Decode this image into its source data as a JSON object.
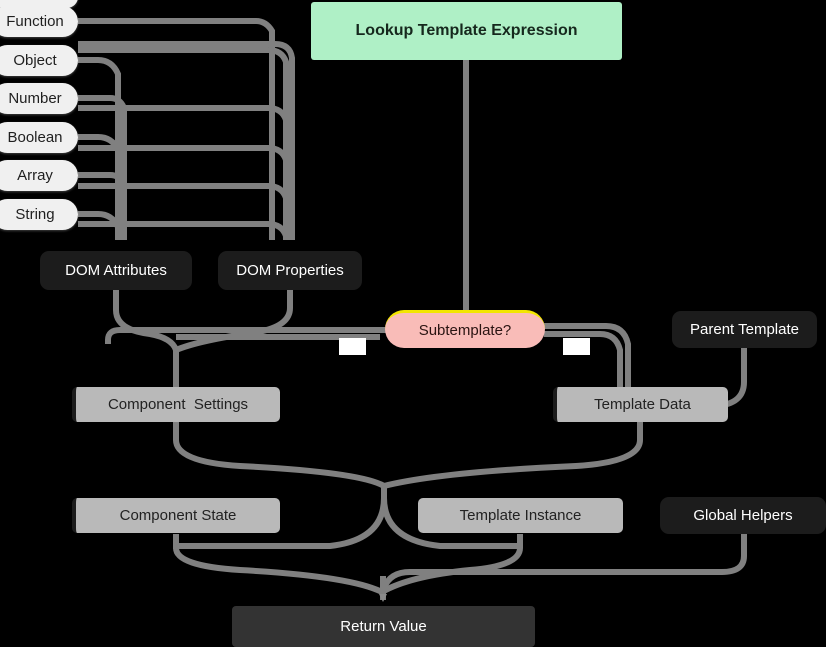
{
  "diagram": {
    "title": "Lookup Template Expression flow",
    "background": "#000000",
    "edge_color": "#808080",
    "colors": {
      "root_fill": "#aff0c6",
      "dark_fill": "#1c1c1c",
      "grey_fill": "#b9b9b9",
      "decision_fill": "#f9bcb8",
      "decision_accent": "#f2e600",
      "return_fill": "#333333",
      "pill_fill": "#f0f0f0"
    },
    "nodes": {
      "root": {
        "label": "Lookup Template Expression"
      },
      "types": [
        {
          "label": "Function"
        },
        {
          "label": "Object"
        },
        {
          "label": "Number"
        },
        {
          "label": "Boolean"
        },
        {
          "label": "Array"
        },
        {
          "label": "String"
        }
      ],
      "dom_attributes": {
        "label": "DOM Attributes"
      },
      "dom_properties": {
        "label": "DOM Properties"
      },
      "subtemplate": {
        "label": "Subtemplate?"
      },
      "parent_template": {
        "label": "Parent Template"
      },
      "component_settings": {
        "label": "Component  Settings"
      },
      "template_data": {
        "label": "Template Data"
      },
      "component_state": {
        "label": "Component State"
      },
      "template_instance": {
        "label": "Template Instance"
      },
      "global_helpers": {
        "label": "Global Helpers"
      },
      "return_value": {
        "label": "Return Value"
      }
    },
    "edge_labels": [
      {
        "label": ""
      },
      {
        "label": ""
      }
    ]
  }
}
